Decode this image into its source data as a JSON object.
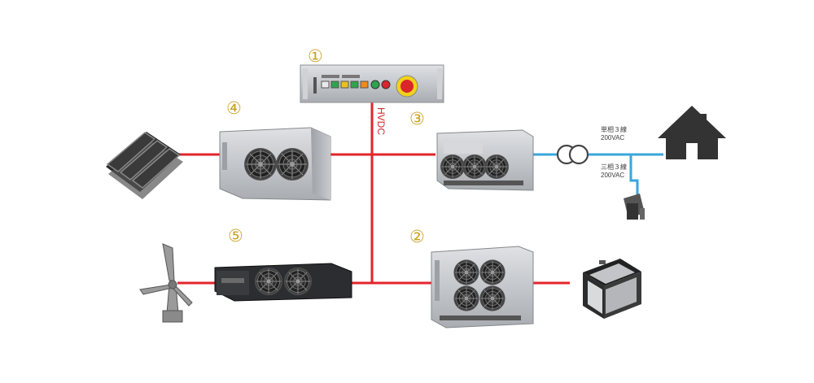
{
  "diagram": {
    "labels": {
      "n1": "①",
      "n2": "②",
      "n3": "③",
      "n4": "④",
      "n5": "⑤",
      "hvdc": "HVDC",
      "single_phase_line1": "単相３線",
      "single_phase_line2": "200VAC",
      "three_phase_line1": "三相３線",
      "three_phase_line2": "200VAC"
    },
    "colors": {
      "dc_bus": "#e3242b",
      "ac_line": "#3aa6dc",
      "number": "#c9a227",
      "chassis": "#b9bcc0",
      "dark": "#2f2f2f"
    },
    "icons": [
      "solar-panel-icon",
      "wind-turbine-icon",
      "house-icon",
      "factory-icon",
      "battery-icon",
      "transformer-icon"
    ]
  }
}
